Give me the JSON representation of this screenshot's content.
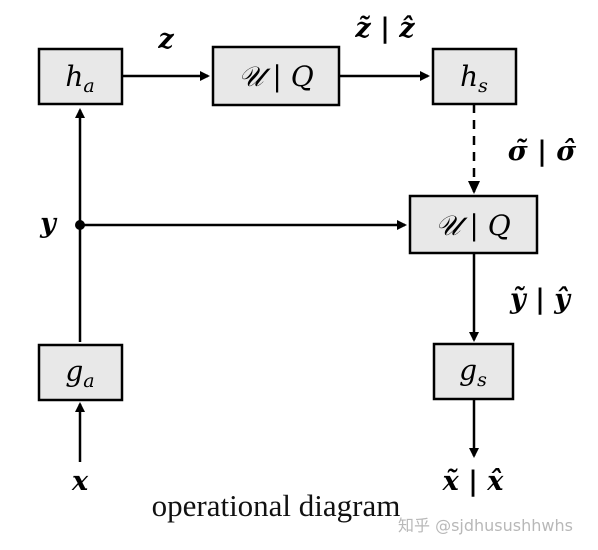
{
  "nodes": {
    "ha": {
      "main": "h",
      "sub": "a"
    },
    "hs": {
      "main": "h",
      "sub": "s"
    },
    "ga": {
      "main": "g",
      "sub": "a"
    },
    "gs": {
      "main": "g",
      "sub": "s"
    },
    "uq_top": "𝒰 | Q",
    "uq_mid": "𝒰 | Q"
  },
  "edge_labels": {
    "z": "z",
    "z_tilde_hat": "z̃ | ẑ",
    "sigma_tilde_hat": "σ̃ | σ̂",
    "y": "y",
    "y_tilde_hat": "ỹ | ŷ",
    "x": "x",
    "x_tilde_hat": "x̃ | x̂"
  },
  "caption": "operational diagram",
  "watermark": "知乎 @sjdhusushhwhs"
}
